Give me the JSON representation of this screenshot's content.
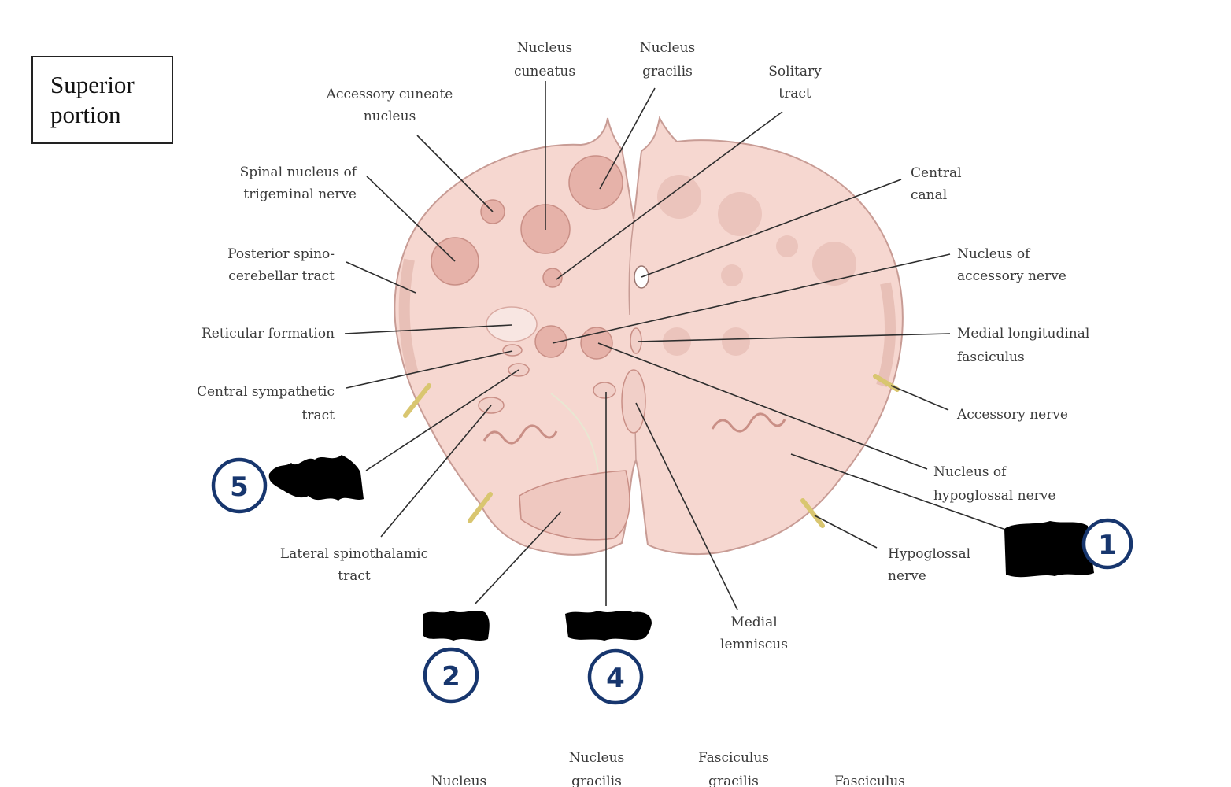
{
  "title_box": {
    "line1": "Superior",
    "line2": "portion"
  },
  "labels": {
    "nucleus_cuneatus": [
      "Nucleus",
      "cuneatus"
    ],
    "nucleus_gracilis": [
      "Nucleus",
      "gracilis"
    ],
    "solitary_tract": [
      "Solitary",
      "tract"
    ],
    "accessory_cuneate": [
      "Accessory cuneate",
      "nucleus"
    ],
    "spinal_trigeminal": [
      "Spinal nucleus of",
      "trigeminal nerve"
    ],
    "posterior_spinocerebellar": [
      "Posterior spino-",
      "cerebellar tract"
    ],
    "reticular_formation": [
      "Reticular formation"
    ],
    "central_sympathetic": [
      "Central sympathetic",
      "tract"
    ],
    "lateral_spinothalamic": [
      "Lateral spinothalamic",
      "tract"
    ],
    "central_canal": [
      "Central",
      "canal"
    ],
    "nucleus_accessory_nerve": [
      "Nucleus of",
      "accessory nerve"
    ],
    "medial_longitudinal": [
      "Medial longitudinal",
      "fasciculus"
    ],
    "accessory_nerve": [
      "Accessory nerve"
    ],
    "nucleus_hypoglossal": [
      "Nucleus of",
      "hypoglossal nerve"
    ],
    "hypoglossal_nerve": [
      "Hypoglossal",
      "nerve"
    ],
    "medial_lemniscus": [
      "Medial",
      "lemniscus"
    ]
  },
  "bottom_labels": {
    "nucleus": "Nucleus",
    "nucleus_gracilis": [
      "Nucleus",
      "gracilis"
    ],
    "fasciculus_gracilis": [
      "Fasciculus",
      "gracilis"
    ],
    "fasciculus": "Fasciculus"
  },
  "numbered_markers": [
    "5",
    "2",
    "4",
    "1"
  ],
  "colors": {
    "tissue": "#f6d7d0",
    "tissue_edge": "#c89c95",
    "nucleus_fill": "#e6b2a9",
    "marker_ink": "#17366e",
    "redaction": "#000000"
  }
}
